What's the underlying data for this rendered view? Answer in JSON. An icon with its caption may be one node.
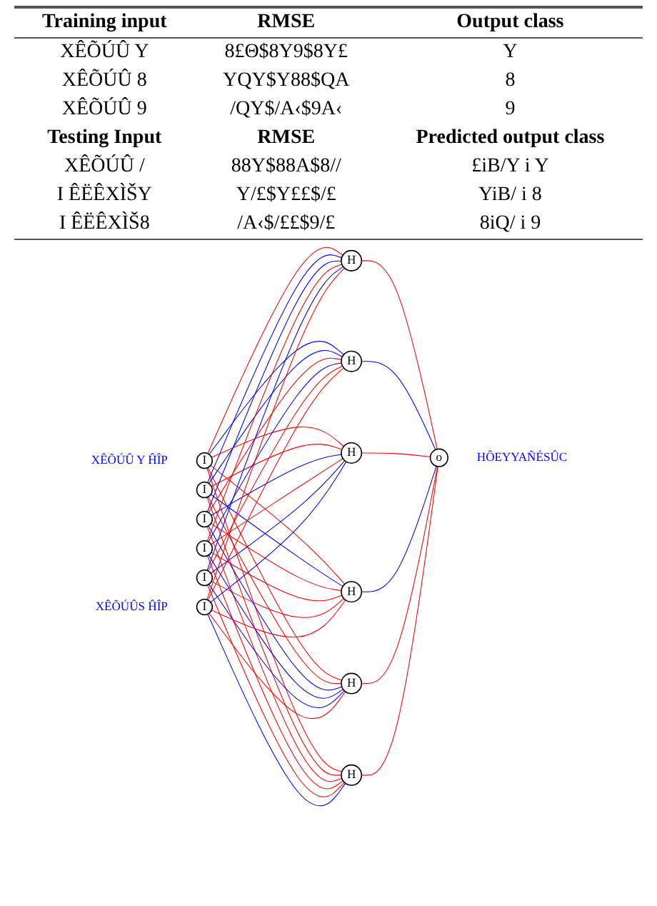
{
  "diagram": {
    "nodes": [
      {
        "text": [
          "I"
        ],
        "beside": [
          "XÊÕÚÛ Y ĤÎP"
        ]
      },
      {
        "text": [
          "I"
        ]
      },
      {
        "text": [
          "I"
        ]
      },
      {
        "text": [
          "I"
        ]
      },
      {
        "text": [
          "I"
        ]
      },
      {
        "text": [
          "I"
        ],
        "beside": [
          "XÊÕÚÛS ĤÎP"
        ]
      },
      {
        "text": [
          "H"
        ]
      },
      {
        "text": [
          "H"
        ]
      },
      {
        "text": [
          "H"
        ]
      },
      {
        "text": [
          "H"
        ]
      },
      {
        "text": [
          "H"
        ]
      },
      {
        "text": [
          "H"
        ]
      },
      {
        "text": [
          "o"
        ],
        "beside": [
          "HÔEYYAÑÉSÛC"
        ]
      }
    ],
    "edges": [
      {
        "from": 0,
        "to": 6,
        "arrow": "none"
      },
      {
        "from": 0,
        "to": 7,
        "arrow": "none",
        "color": "#0000ff"
      },
      {
        "from": 0,
        "to": 8,
        "arrow": "none"
      },
      {
        "from": 0,
        "to": 9,
        "arrow": "none"
      },
      {
        "from": 0,
        "to": 10,
        "arrow": "none"
      },
      {
        "from": 0,
        "to": 11,
        "arrow": "none"
      },
      {
        "from": 1,
        "to": 6,
        "arrow": "none",
        "color": "#0000ff"
      },
      {
        "from": 1,
        "to": 7,
        "arrow": "none",
        "color": "#0000ff"
      },
      {
        "from": 1,
        "to": 8,
        "arrow": "none"
      },
      {
        "from": 1,
        "to": 9,
        "arrow": "none",
        "color": "#0000ff"
      },
      {
        "from": 1,
        "to": 10,
        "arrow": "none"
      },
      {
        "from": 1,
        "to": 11,
        "arrow": "none"
      },
      {
        "from": 2,
        "to": 6,
        "arrow": "none",
        "color": "#0000ff"
      },
      {
        "from": 2,
        "to": 7,
        "arrow": "none"
      },
      {
        "from": 2,
        "to": 8,
        "arrow": "none",
        "color": "#0000ff"
      },
      {
        "from": 2,
        "to": 9,
        "arrow": "none"
      },
      {
        "from": 2,
        "to": 10,
        "arrow": "none",
        "color": "#0000ff"
      },
      {
        "from": 2,
        "to": 11,
        "arrow": "none"
      },
      {
        "from": 3,
        "to": 6,
        "arrow": "none"
      },
      {
        "from": 3,
        "to": 7,
        "arrow": "none",
        "color": "#0000ff"
      },
      {
        "from": 3,
        "to": 8,
        "arrow": "none"
      },
      {
        "from": 3,
        "to": 9,
        "arrow": "none"
      },
      {
        "from": 3,
        "to": 10,
        "arrow": "none",
        "color": "#0000ff"
      },
      {
        "from": 3,
        "to": 11,
        "arrow": "none"
      },
      {
        "from": 4,
        "to": 6,
        "arrow": "none",
        "color": "#0000ff"
      },
      {
        "from": 4,
        "to": 7,
        "arrow": "none"
      },
      {
        "from": 4,
        "to": 8,
        "arrow": "none",
        "color": "#0000ff"
      },
      {
        "from": 4,
        "to": 9,
        "arrow": "none"
      },
      {
        "from": 4,
        "to": 10,
        "arrow": "none",
        "color": "#0000ff"
      },
      {
        "from": 4,
        "to": 11,
        "arrow": "none"
      },
      {
        "from": 5,
        "to": 6,
        "arrow": "none"
      },
      {
        "from": 5,
        "to": 7,
        "arrow": "none"
      },
      {
        "from": 5,
        "to": 8,
        "arrow": "none",
        "color": "#0000ff"
      },
      {
        "from": 5,
        "to": 9,
        "arrow": "none"
      },
      {
        "from": 5,
        "to": 10,
        "arrow": "none"
      },
      {
        "from": 5,
        "to": 11,
        "arrow": "none",
        "color": "#0000ff"
      },
      {
        "from": 6,
        "to": 12,
        "arrow": "none"
      },
      {
        "from": 7,
        "to": 12,
        "arrow": "none",
        "color": "#0000ff"
      },
      {
        "from": 8,
        "to": 12,
        "arrow": "none"
      },
      {
        "from": 9,
        "to": 12,
        "arrow": "none",
        "color": "#0000ff"
      },
      {
        "from": 10,
        "to": 12,
        "arrow": "none"
      },
      {
        "from": 11,
        "to": 12,
        "arrow": "none"
      }
    ],
    "labels": [
      "Training input",
      "RMSE",
      "Output class",
      "XÊÕÚÛ Y",
      "8£Θ$8Y9$8Y£",
      "Y",
      "XÊÕÚÛ 8",
      "YQY$Y88$QA",
      "8",
      "XÊÕÚÛ 9",
      "/QY$/A‹$9A‹",
      "9",
      "Testing Input",
      "RMSE",
      "Predicted output class",
      "XÊÕÚÛ /",
      "88Y$88A$8//",
      "£iB/Y i Y",
      "I ÊËÊXÌŠY",
      "Y/£$Y££$/£",
      "YiB/ i 8",
      "I ÊËÊXÌŠ8",
      "/A‹$/££$9/£",
      "8iQ/ i 9"
    ]
  }
}
